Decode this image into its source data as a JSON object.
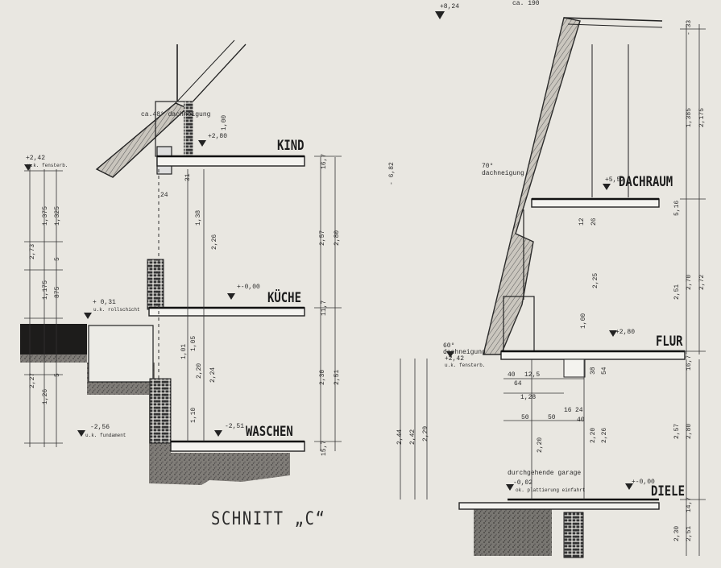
{
  "title": "SCHNITT „C“",
  "rooms": {
    "kind": "KIND",
    "kueche": "KÜCHE",
    "waschen": "WASCHEN",
    "dachraum": "DACHRAUM",
    "flur": "FLUR",
    "diele": "DIELE"
  },
  "notes": {
    "roof_pitch_left": "ca.48° dachneigung",
    "roof_pitch_right_70": "70°",
    "roof_pitch_right_70_label": "dachneigung",
    "roof_pitch_right_60": "60°",
    "roof_pitch_right_60_label": "dachneigung",
    "top_ca": "ca. 190",
    "garage": "durchgehende garage",
    "footing_note": "ok. plattierung einfahrt"
  },
  "levels": {
    "left_top": "+2,42",
    "left_top_note": "u.k. fensterb.",
    "left_mid": "+ 0,31",
    "left_mid_note": "u.k. rollschicht",
    "left_low": "-2,56",
    "left_low_note": "u.k. fundament",
    "kind_floor": "+2,80",
    "kueche_floor": "+-0,00",
    "waschen_floor": "-2,51",
    "right_top": "+8,24",
    "right_left_axis": "- 6,82",
    "dachraum_floor": "+5,52",
    "flur_floor": "+2,80",
    "right_mid": "+2,42",
    "right_mid_note": "u.k. fensterb.",
    "diele_floor": "+-0,00",
    "diele_low": "-0,02"
  },
  "dims_left": {
    "d1": "2,73",
    "d2": "1,375",
    "d3": "1,325",
    "d4": "5",
    "d5": "1,175",
    "d6": "875",
    "d7": "2,27",
    "d8": "1,26",
    "d9": "5",
    "d10": "1,38",
    "d11": "2,26",
    "d12": "2,57",
    "d13": "2,80",
    "d14": "2,20",
    "d15": "2,24",
    "d16": "2,30",
    "d17": "2,51",
    "d18": "1,10",
    "d19": "1,01",
    "d20": "1,05",
    "d21": "16,7",
    "d22": "11,7",
    "d23": "15,7",
    "d24": "1,00",
    "d25": "31",
    "d26": "24"
  },
  "dims_right": {
    "r1": "- 33",
    "r2": "1,385",
    "r3": "2,175",
    "r4": "5,16",
    "r5": "2,70",
    "r6": "2,72",
    "r7": "2,51",
    "r8": "2,57",
    "r9": "2,80",
    "r10": "2,30",
    "r11": "2,51",
    "r12": "2,44",
    "r13": "2,42",
    "r14": "2,29",
    "r15": "2,20",
    "r16": "2,20",
    "r17": "2,26",
    "r18": "40",
    "r19": "12,5",
    "r20": "64",
    "r21": "1,28",
    "r22": "50",
    "r23": "50",
    "r24": "16",
    "r25": "24",
    "r26": "40",
    "r27": "38",
    "r28": "54",
    "r29": "1,00",
    "r30": "2,25",
    "r31": "12",
    "r32": "26",
    "r33": "14,7",
    "r34": "16,7"
  }
}
